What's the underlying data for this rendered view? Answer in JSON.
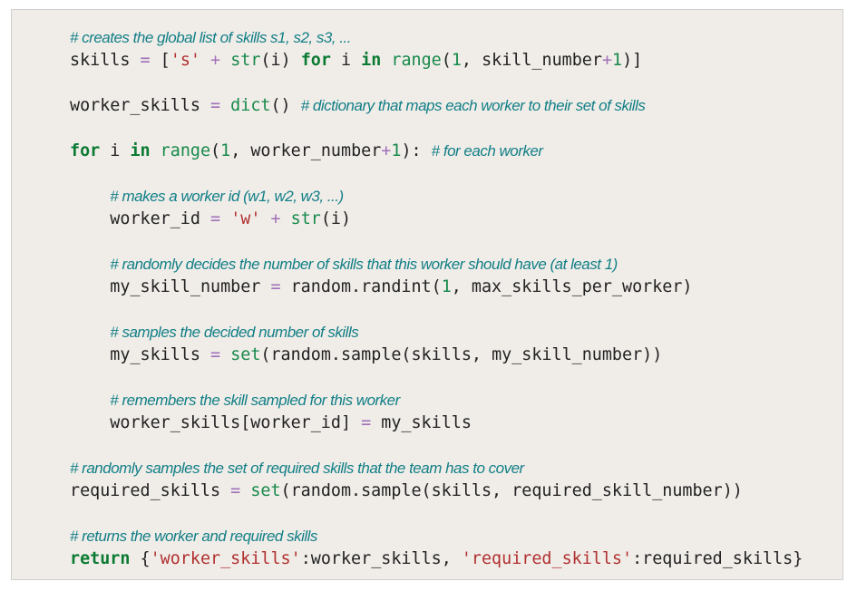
{
  "colors": {
    "background": "#f0ede9",
    "keyword": "#0b7a32",
    "builtin": "#17894a",
    "string": "#b0302f",
    "operator": "#a070b8",
    "comment": "#127f86"
  },
  "code_lines": [
    {
      "indent": 0,
      "tokens": [
        [
          "cm",
          "# creates the global list of skills s1, s2, s3, ..."
        ]
      ]
    },
    {
      "indent": 0,
      "tokens": [
        [
          "tx",
          "skills "
        ],
        [
          "op",
          "="
        ],
        [
          "tx",
          " ["
        ],
        [
          "str",
          "'s'"
        ],
        [
          "tx",
          " "
        ],
        [
          "op",
          "+"
        ],
        [
          "tx",
          " "
        ],
        [
          "bi",
          "str"
        ],
        [
          "tx",
          "(i) "
        ],
        [
          "kw",
          "for"
        ],
        [
          "tx",
          " i "
        ],
        [
          "kw",
          "in"
        ],
        [
          "tx",
          " "
        ],
        [
          "bi",
          "range"
        ],
        [
          "tx",
          "("
        ],
        [
          "num",
          "1"
        ],
        [
          "tx",
          ", skill_number"
        ],
        [
          "op",
          "+"
        ],
        [
          "num",
          "1"
        ],
        [
          "tx",
          ")]"
        ]
      ]
    },
    {
      "indent": 0,
      "tokens": []
    },
    {
      "indent": 0,
      "tokens": [
        [
          "tx",
          "worker_skills "
        ],
        [
          "op",
          "="
        ],
        [
          "tx",
          " "
        ],
        [
          "bi",
          "dict"
        ],
        [
          "tx",
          "() "
        ],
        [
          "cm",
          "# dictionary that maps each worker to their set of skills"
        ]
      ]
    },
    {
      "indent": 0,
      "tokens": []
    },
    {
      "indent": 0,
      "tokens": [
        [
          "kw",
          "for"
        ],
        [
          "tx",
          " i "
        ],
        [
          "kw",
          "in"
        ],
        [
          "tx",
          " "
        ],
        [
          "bi",
          "range"
        ],
        [
          "tx",
          "("
        ],
        [
          "num",
          "1"
        ],
        [
          "tx",
          ", worker_number"
        ],
        [
          "op",
          "+"
        ],
        [
          "num",
          "1"
        ],
        [
          "tx",
          "): "
        ],
        [
          "cm",
          "# for each worker"
        ]
      ]
    },
    {
      "indent": 0,
      "tokens": []
    },
    {
      "indent": 1,
      "tokens": [
        [
          "cm",
          "# makes a worker id (w1, w2, w3, ...)"
        ]
      ]
    },
    {
      "indent": 1,
      "tokens": [
        [
          "tx",
          "worker_id "
        ],
        [
          "op",
          "="
        ],
        [
          "tx",
          " "
        ],
        [
          "str",
          "'w'"
        ],
        [
          "tx",
          " "
        ],
        [
          "op",
          "+"
        ],
        [
          "tx",
          " "
        ],
        [
          "bi",
          "str"
        ],
        [
          "tx",
          "(i)"
        ]
      ]
    },
    {
      "indent": 1,
      "tokens": []
    },
    {
      "indent": 1,
      "tokens": [
        [
          "cm",
          "# randomly decides the number of skills that this worker should have (at least 1)"
        ]
      ]
    },
    {
      "indent": 1,
      "tokens": [
        [
          "tx",
          "my_skill_number "
        ],
        [
          "op",
          "="
        ],
        [
          "tx",
          " random.randint("
        ],
        [
          "num",
          "1"
        ],
        [
          "tx",
          ", max_skills_per_worker)"
        ]
      ]
    },
    {
      "indent": 1,
      "tokens": []
    },
    {
      "indent": 1,
      "tokens": [
        [
          "cm",
          "# samples the decided number of skills"
        ]
      ]
    },
    {
      "indent": 1,
      "tokens": [
        [
          "tx",
          "my_skills "
        ],
        [
          "op",
          "="
        ],
        [
          "tx",
          " "
        ],
        [
          "bi",
          "set"
        ],
        [
          "tx",
          "(random.sample(skills, my_skill_number))"
        ]
      ]
    },
    {
      "indent": 1,
      "tokens": []
    },
    {
      "indent": 1,
      "tokens": [
        [
          "cm",
          "# remembers the skill sampled for this worker"
        ]
      ]
    },
    {
      "indent": 1,
      "tokens": [
        [
          "tx",
          "worker_skills[worker_id] "
        ],
        [
          "op",
          "="
        ],
        [
          "tx",
          " my_skills"
        ]
      ]
    },
    {
      "indent": 0,
      "tokens": []
    },
    {
      "indent": 0,
      "tokens": [
        [
          "cm",
          "# randomly samples the set of required skills that the team has to cover"
        ]
      ]
    },
    {
      "indent": 0,
      "tokens": [
        [
          "tx",
          "required_skills "
        ],
        [
          "op",
          "="
        ],
        [
          "tx",
          " "
        ],
        [
          "bi",
          "set"
        ],
        [
          "tx",
          "(random.sample(skills, required_skill_number))"
        ]
      ]
    },
    {
      "indent": 0,
      "tokens": []
    },
    {
      "indent": 0,
      "tokens": [
        [
          "cm",
          "# returns the worker and required skills"
        ]
      ]
    },
    {
      "indent": 0,
      "tokens": [
        [
          "kw",
          "return"
        ],
        [
          "tx",
          " {"
        ],
        [
          "str",
          "'worker_skills'"
        ],
        [
          "tx",
          ":worker_skills, "
        ],
        [
          "str",
          "'required_skills'"
        ],
        [
          "tx",
          ":required_skills}"
        ]
      ]
    }
  ]
}
